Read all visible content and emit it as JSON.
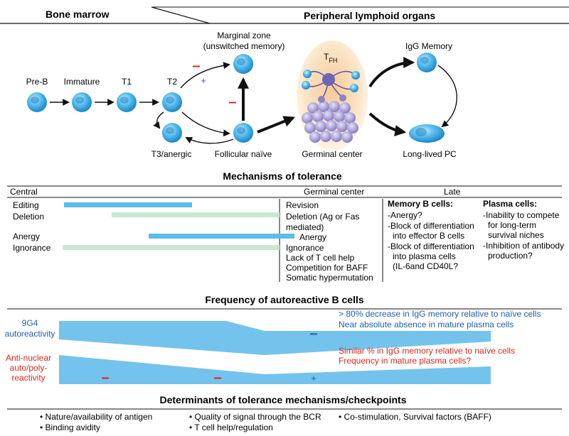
{
  "headers": {
    "bone_marrow": "Bone marrow",
    "peripheral": "Peripheral lymphoid organs"
  },
  "cells": {
    "pre_b": "Pre-B",
    "immature": "Immature",
    "t1": "T1",
    "t2": "T2",
    "t3": "T3/anergic",
    "marginal_zone_line1": "Marginal zone",
    "marginal_zone_line2": "(unswitched memory)",
    "follicular": "Follicular naïve",
    "germinal_center": "Germinal center",
    "tfh_main": "T",
    "tfh_sub": "FH",
    "igg_memory": "IgG Memory",
    "long_lived_pc": "Long-lived PC"
  },
  "signs": {
    "minus": "–",
    "plus": "+"
  },
  "tolerance": {
    "title": "Mechanisms of tolerance",
    "central": "Central",
    "germinal": "Germinal center",
    "late": "Late",
    "central_items": [
      "Editing",
      "Deletion",
      "Anergy",
      "Ignorance"
    ],
    "gc_items": [
      "Revision",
      "Deletion (Ag or Fas",
      "mediated)",
      "Anergy",
      "Ignorance",
      "Lack of T cell help",
      "Competition for BAFF",
      "Somatic hypermutation"
    ],
    "memory_title": "Memory B cells:",
    "memory_items": [
      "-Anergy?",
      "-Block of differentiation",
      "into effector B cells",
      "-Block of differentiation",
      "into plasma cells",
      "(IL-6and CD40L?"
    ],
    "plasma_title": "Plasma cells:",
    "plasma_items": [
      "-Inability to compete",
      "for long-term",
      "survival niches",
      "-Inhibition of antibody",
      "production?"
    ]
  },
  "frequency": {
    "title": "Frequency of autoreactive B cells",
    "label_9g4_line1": "9G4",
    "label_9g4_line2": "autoreactivity",
    "label_an_line1": "Anti-nuclear",
    "label_an_line2": "auto/poly-",
    "label_an_line3": "reactivity",
    "note_9g4_line1": "> 80% decrease in IgG memory relative to naïve cells",
    "note_9g4_line2": "Near absolute absence in mature plasma cells",
    "note_an_line1": "Similar % in IgG memory relative to naïve cells",
    "note_an_line2": "Frequency in mature plasma cells?"
  },
  "determinants": {
    "title": "Determinants of tolerance mechanisms/checkpoints",
    "items": [
      "• Nature/availability of antigen",
      "• Binding avidity",
      "• Quality of signal through the BCR",
      "• T cell help/regulation",
      "• Co-stimulation, Survival factors (BAFF)"
    ]
  },
  "colors": {
    "cell": "#3aa8e0",
    "cell_dark": "#1f86c4",
    "bar_blue": "#5bbcea",
    "bar_green": "#c8e8d2",
    "band_blue": "#74c3ec",
    "minus_red": "#d62a1e",
    "plus_blue": "#1f5fb0",
    "note_blue": "#1f5fb0",
    "note_red": "#d62a1e"
  }
}
